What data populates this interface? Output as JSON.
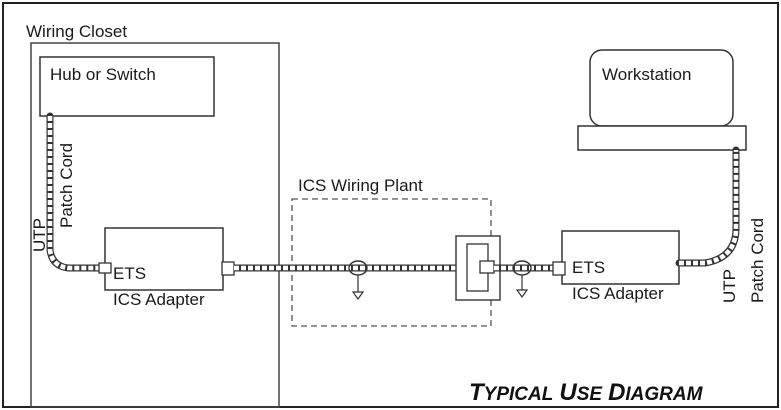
{
  "diagram": {
    "closet_label": "Wiring Closet",
    "hub_label": "Hub or Switch",
    "left_cord": {
      "line1": "UTP",
      "line2": "Patch Cord"
    },
    "left_adapter": {
      "port_label": "ETS",
      "name": "ICS Adapter"
    },
    "plant_label": "ICS Wiring Plant",
    "workstation_label": "Workstation",
    "right_adapter": {
      "port_label": "ETS",
      "name": "ICS Adapter"
    },
    "right_cord": {
      "line1": "UTP",
      "line2": "Patch Cord"
    },
    "title": {
      "word1_initial": "T",
      "word1_rest": "YPICAL",
      "word2_initial": "U",
      "word2_rest": "SE",
      "word3_initial": "D",
      "word3_rest": "IAGRAM"
    }
  }
}
